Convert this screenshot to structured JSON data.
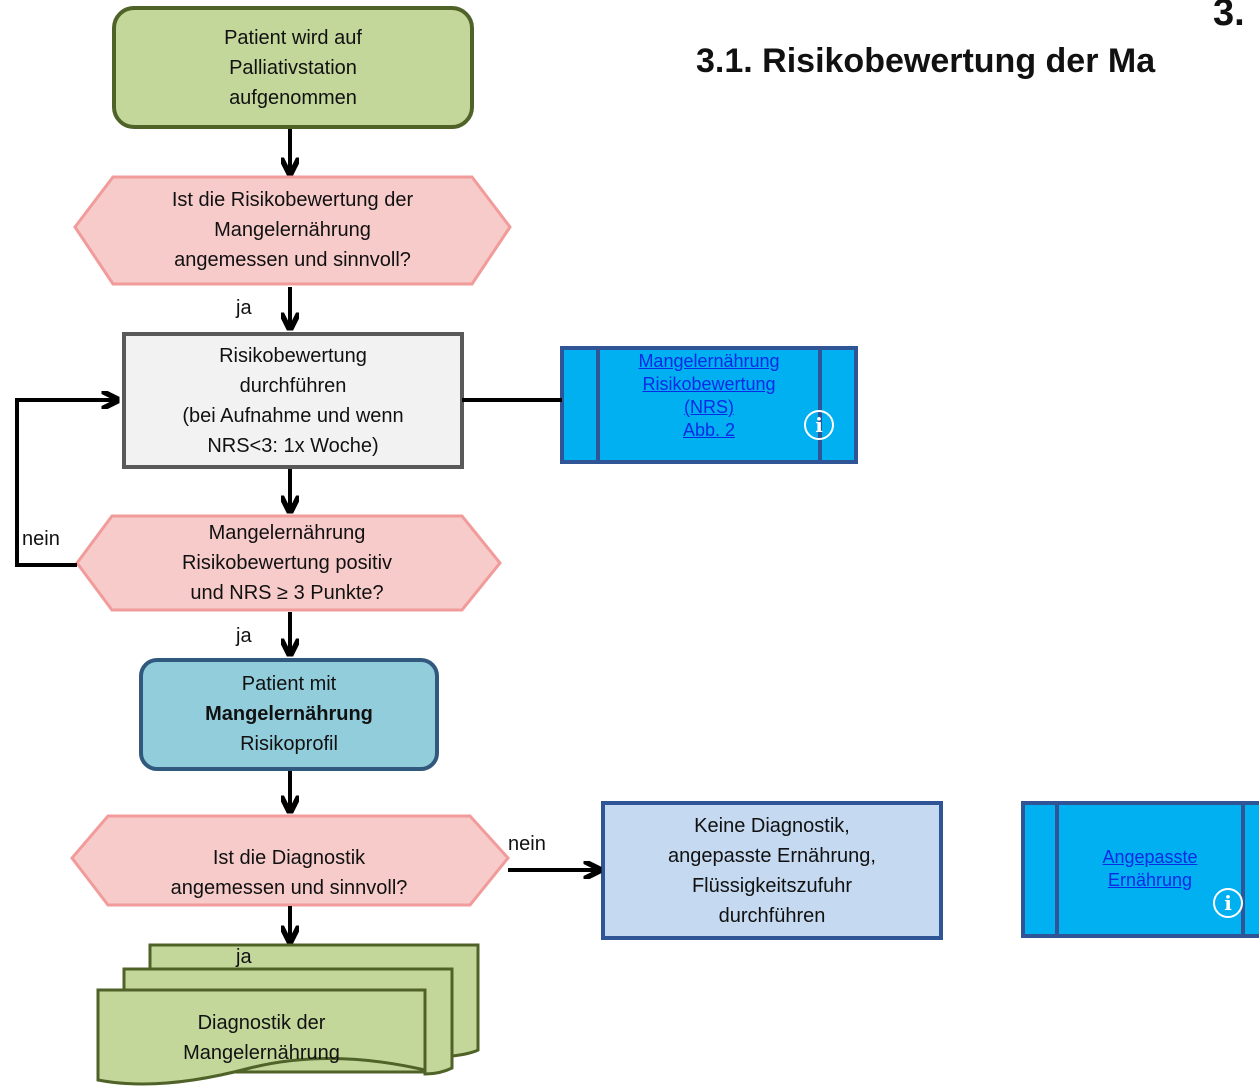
{
  "header": {
    "section_number": "3.",
    "section_title": "3.1. Risikobewertung der Ma"
  },
  "nodes": {
    "start": {
      "lines": [
        "Patient wird auf",
        "Palliativstation",
        "aufgenommen"
      ]
    },
    "decision_risk": {
      "lines": [
        "Ist die Risikobewertung  der",
        "Mangelernährung",
        "angemessen und sinnvoll?"
      ]
    },
    "action_risk": {
      "lines": [
        "Risikobewertung",
        "durchführen",
        "(bei Aufnahme und wenn",
        "NRS<3: 1x Woche)"
      ]
    },
    "decision_nrs": {
      "lines": [
        "Mangelernährung",
        "Risikobewertung positiv",
        "und NRS ≥ 3 Punkte?"
      ]
    },
    "profile": {
      "line1": "Patient mit",
      "line2_bold": "Mangelernährung",
      "line3": "Risikoprofil"
    },
    "decision_diag": {
      "lines": [
        "Ist die Diagnostik",
        "angemessen und sinnvoll?"
      ]
    },
    "no_diag": {
      "lines": [
        "Keine Diagnostik,",
        "angepasste  Ernährung,",
        "Flüssigkeitszufuhr",
        "durchführen"
      ]
    },
    "diagnostik": {
      "lines": [
        "Diagnostik der",
        "Mangelernährung"
      ]
    }
  },
  "edge_labels": {
    "ja_1": "ja",
    "nein_loop": "nein",
    "ja_2": "ja",
    "nein_right": "nein",
    "ja_3": "ja"
  },
  "links": {
    "risk_link": {
      "lines": [
        "Mangelernährung",
        "Risikobewertung",
        "(NRS)",
        "Abb. 2"
      ],
      "icon": "info-icon"
    },
    "nutrition_link": {
      "lines": [
        "Angepasste",
        "Ernährung"
      ],
      "icon": "info-icon"
    }
  },
  "info_glyph": "i",
  "colors": {
    "start_fill": "#c4d79b",
    "start_border": "#4f6228",
    "decision_fill": "#f8cbcb",
    "decision_border": "#f19b9b",
    "action_fill": "#f2f2f2",
    "action_border": "#595959",
    "profile_fill": "#92cddc",
    "profile_border": "#31597e",
    "no_diag_fill": "#c5d9f1",
    "no_diag_border": "#2f5597",
    "link_fill": "#00b0f0",
    "link_border": "#2f5597",
    "link_text": "#0a2be6"
  }
}
